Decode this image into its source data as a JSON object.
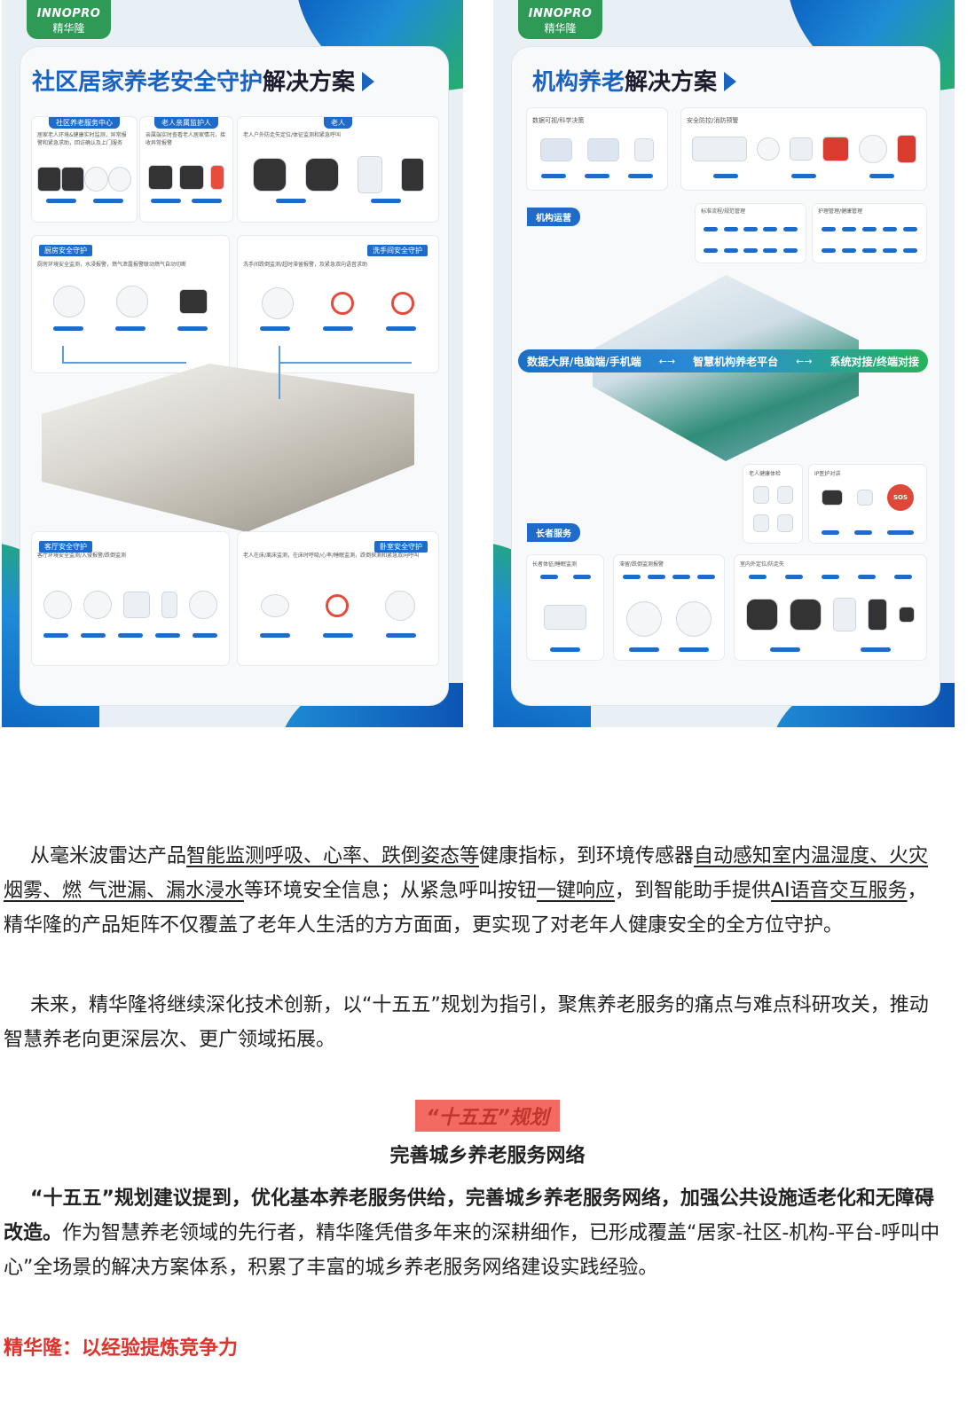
{
  "left_poster": {
    "brand_en": "INNOPRO",
    "brand_cn": "精华隆",
    "title_blue": "社区居家养老安全守护",
    "title_dark": "解决方案",
    "cards": {
      "community": {
        "header": "社区养老服务中心",
        "desc": "居家老人环境&健康实时监测，异常报警和紧急求助，回访确认及上门服务"
      },
      "family": {
        "header": "老人亲属监护人",
        "desc": "亲属端实时查看老人居家情况，接收异常报警"
      },
      "elder": {
        "header": "老人",
        "desc": "老人户外防走失定位/体征监测和紧急呼叫"
      },
      "kitchen": {
        "header": "厨房安全守护",
        "desc": "厨房环境安全监测，水浸报警，燃气泄露报警联动燃气自动切断"
      },
      "bathroom": {
        "header": "洗手间安全守护",
        "desc": "洗手间跌倒监测/超时滞留报警，及紧急双向语音求助"
      },
      "living": {
        "header": "客厅安全守护",
        "desc": "客厅环境安全监测/入侵报警/跌倒监测"
      },
      "bedroom": {
        "header": "卧室安全守护",
        "desc": "老人在床/离床监测，在床时呼吸/心率/睡眠监测，跌倒探测和紧急双向呼叫"
      }
    }
  },
  "right_poster": {
    "brand_en": "INNOPRO",
    "brand_cn": "精华隆",
    "title_blue": "机构养老",
    "title_dark": "解决方案",
    "cards": {
      "data": {
        "header": "数据可视/科学决策"
      },
      "security": {
        "header": "安全防控/消防预警"
      },
      "process": {
        "header": "标准流程/规范管理"
      },
      "nursing": {
        "header": "护理管理/健康管理"
      },
      "health_check": {
        "header": "老人健康体检"
      },
      "ip_intercom": {
        "header": "IP医护对讲",
        "sos_label": "SOS"
      },
      "vital": {
        "header": "长者体征/睡眠监测"
      },
      "fall": {
        "header": "滞留/跌倒监测报警"
      },
      "locate": {
        "header": "室内外定位/防走失"
      }
    },
    "labels": {
      "ops": "机构运营",
      "elder_service": "长者服务"
    },
    "bar": {
      "left": "数据大屏/电脑端/手机端",
      "center": "智慧机构养老平台",
      "right": "系统对接/终端对接",
      "arrow": "←→"
    }
  },
  "article": {
    "p1": {
      "s1": "从毫米波雷达产品",
      "u1": "智能监测呼吸、心率、跌倒姿态等",
      "s2": "健康指标，到环境传感器",
      "u2": "自动感知室内温湿度、火灾烟雾、燃 气泄漏、漏水浸水",
      "s3": "等环境安全信息；从紧急呼叫按钮",
      "u3": "一键响应",
      "s4": "，到智能助手提供",
      "u4": "AI语音交互服务",
      "s5": "，精华隆的产品矩阵不仅覆盖了老年人生活的方方面面，更实现了对老年人健康安全的全方位守护。"
    },
    "p2": "未来，精华隆将继续深化技术创新，以“十五五”规划为指引，聚焦养老服务的痛点与难点科研攻关，推动智慧养老向更深层次、更广领域拓展。",
    "section_tag": "“十五五”规划",
    "section_subtitle": "完善城乡养老服务网络",
    "p3": {
      "bold": "“十五五”规划建议提到，优化基本养老服务供给，完善城乡养老服务网络，加强公共设施适老化和无障碍改造。",
      "rest": "作为智慧养老领域的先行者，精华隆凭借多年来的深耕细作，已形成覆盖“居家-社区-机构-平台-呼叫中心”全场景的解决方案体系，积累了丰富的城乡养老服务网络建设实践经验。"
    },
    "red_heading": "精华隆：以经验提炼竞争力"
  },
  "colors": {
    "brand_blue": "#1a63c2",
    "brand_green": "#2e9a55",
    "accent_red": "#e0322a",
    "tag_bg": "#f36a62"
  }
}
